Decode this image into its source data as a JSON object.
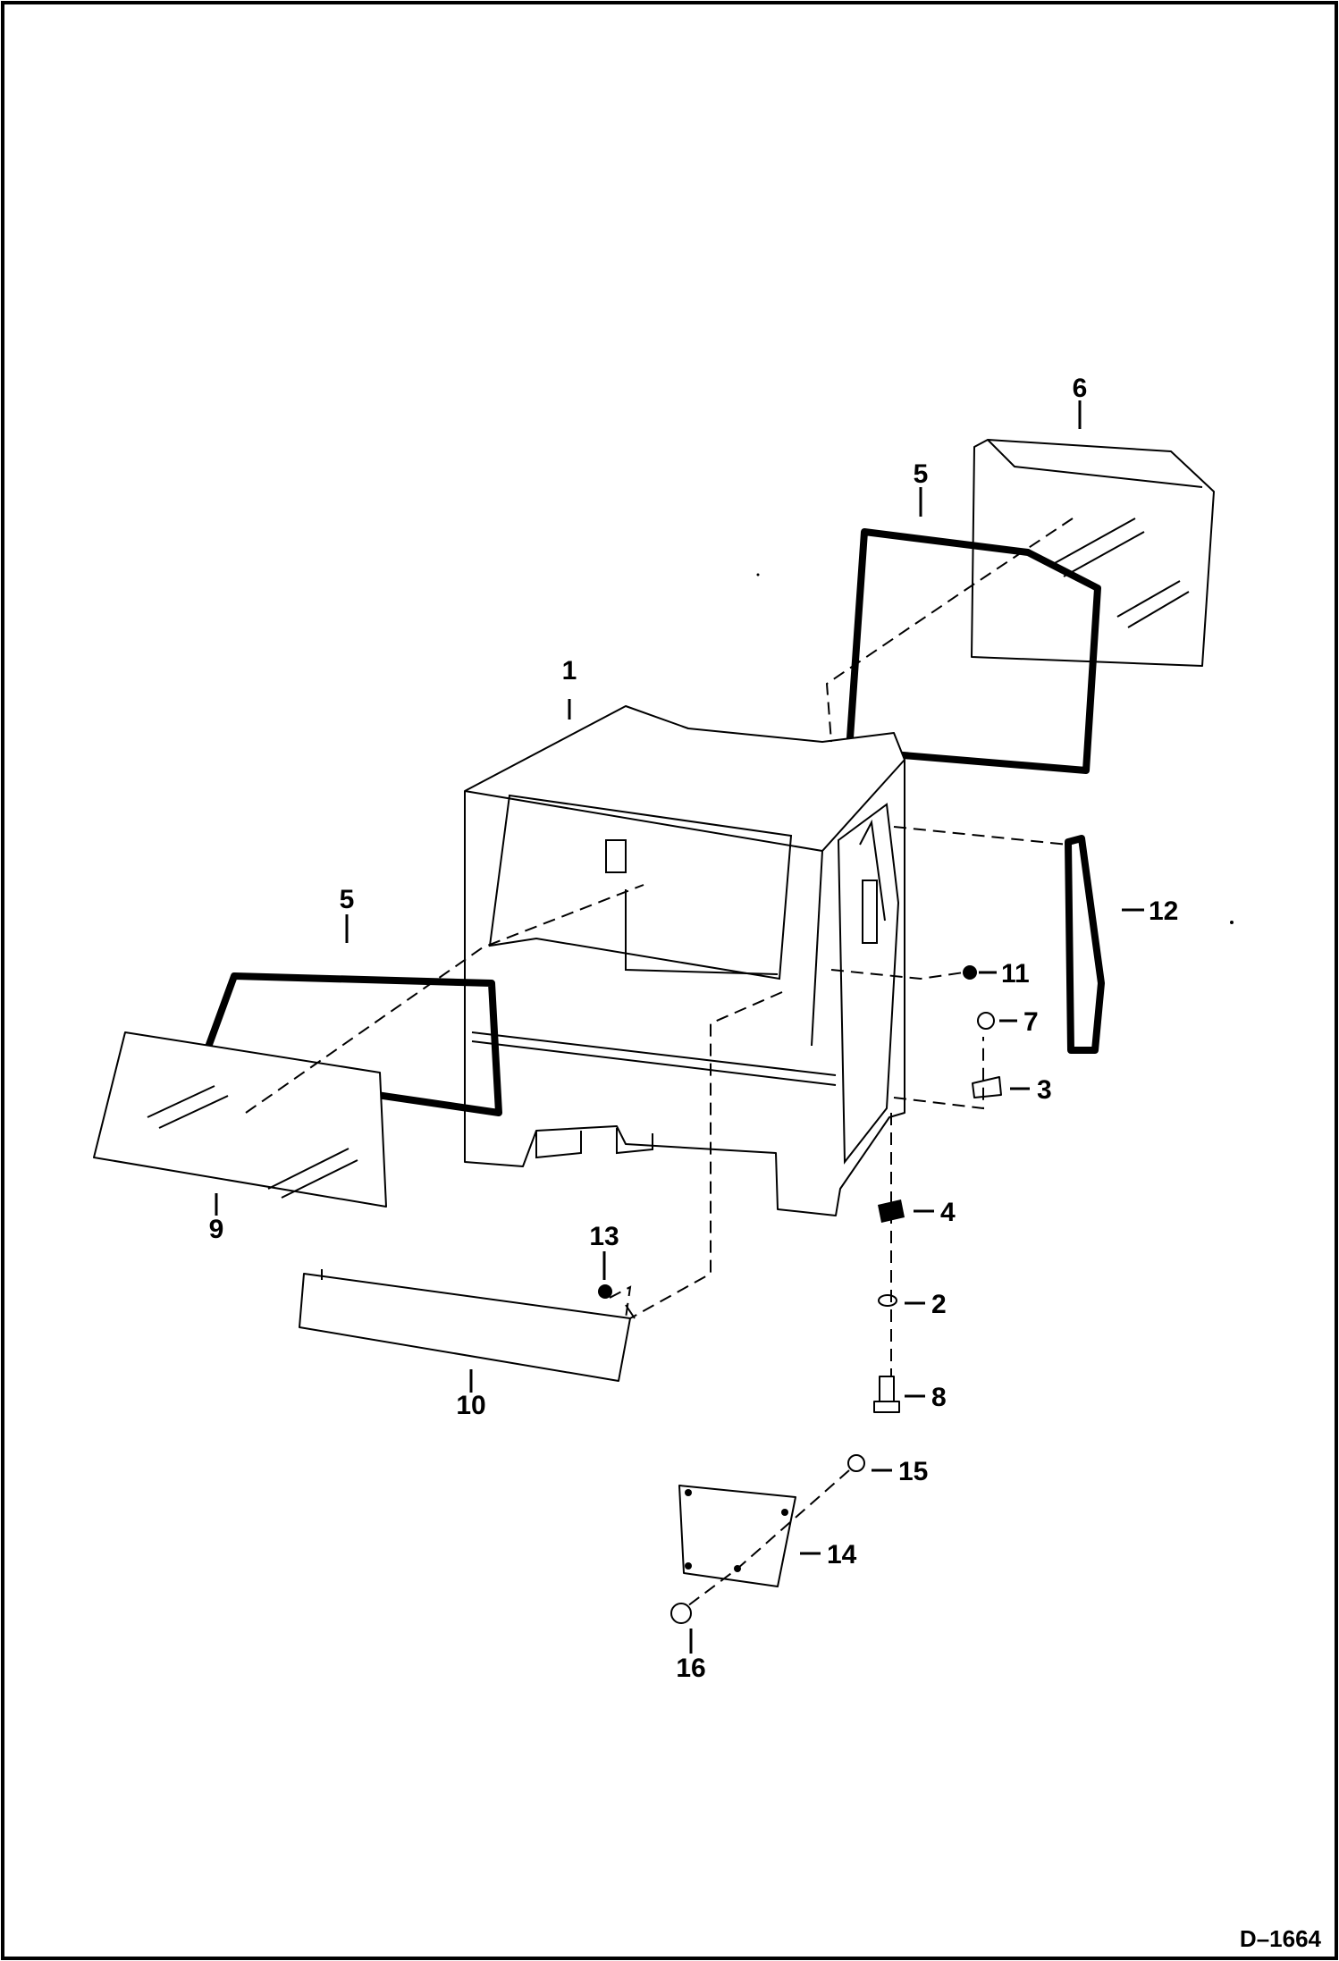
{
  "diagram": {
    "document_id": "D–1664",
    "callouts": {
      "c1": "1",
      "c2": "2",
      "c3": "3",
      "c4": "4",
      "c5a": "5",
      "c5b": "5",
      "c6": "6",
      "c7": "7",
      "c8": "8",
      "c9": "9",
      "c10": "10",
      "c11": "11",
      "c12": "12",
      "c13": "13",
      "c14": "14",
      "c15": "15",
      "c16": "16"
    }
  }
}
